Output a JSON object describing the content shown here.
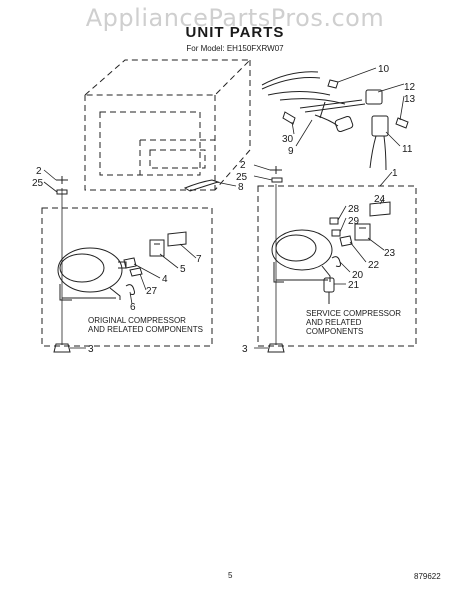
{
  "watermark": "AppliancePartsPros.com",
  "title": "UNIT PARTS",
  "model_line": "For Model: EH150FXRW07",
  "left_box_caption": [
    "ORIGINAL COMPRESSOR",
    "AND RELATED COMPONENTS"
  ],
  "right_box_caption": [
    "SERVICE COMPRESSOR",
    "AND RELATED",
    "COMPONENTS"
  ],
  "callouts": {
    "c10": "10",
    "c12": "12",
    "c13": "13",
    "c30": "30",
    "c9": "9",
    "c11": "11",
    "c1": "1",
    "c2_right": "2",
    "c25_right": "25",
    "c8": "8",
    "c2_left": "2",
    "c25_left": "25",
    "c7": "7",
    "c5": "5",
    "c4": "4",
    "c27": "27",
    "c6": "6",
    "c3_left": "3",
    "c24": "24",
    "c28": "28",
    "c29": "29",
    "c23": "23",
    "c22": "22",
    "c20": "20",
    "c21": "21",
    "c3_right": "3"
  },
  "footer": {
    "page_number": "5",
    "code": "879622"
  }
}
